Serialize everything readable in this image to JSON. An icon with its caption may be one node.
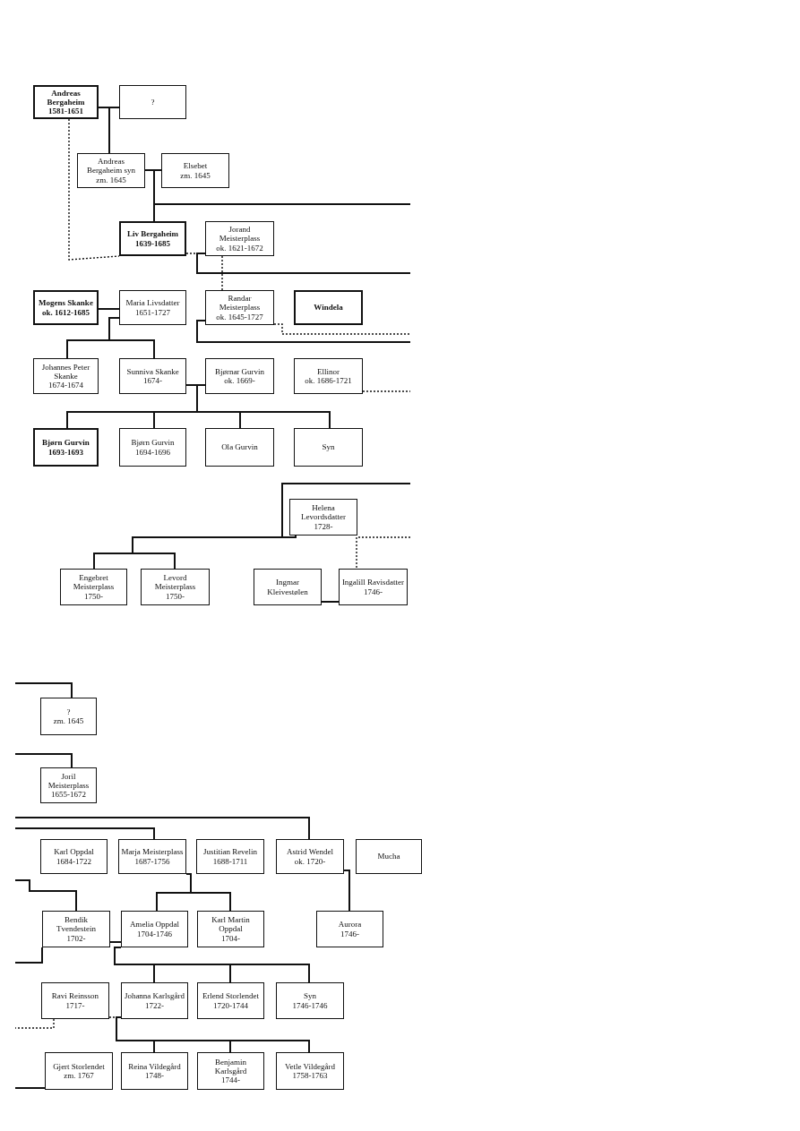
{
  "diagram": {
    "nodes": [
      {
        "text": [
          "Andreas Bergaheim",
          "1581-1651"
        ]
      },
      {
        "text": [
          "?"
        ]
      },
      {
        "text": [
          "Andreas Bergaheim syn",
          "zm. 1645"
        ]
      },
      {
        "text": [
          "Elsebet",
          "zm. 1645"
        ]
      },
      {
        "text": [
          "Liv Bergaheim",
          "1639-1685"
        ]
      },
      {
        "text": [
          "Jorand Meisterplass",
          "ok. 1621-1672"
        ]
      },
      {
        "text": [
          "Mogens Skanke",
          "ok. 1612-1685"
        ]
      },
      {
        "text": [
          "Maria Livsdatter",
          "1651-1727"
        ]
      },
      {
        "text": [
          "Randar Meisterplass",
          "ok. 1645-1727"
        ]
      },
      {
        "text": [
          "Windela"
        ]
      },
      {
        "text": [
          "Johannes Peter Skanke",
          "1674-1674"
        ]
      },
      {
        "text": [
          "Sunniva Skanke",
          "1674-"
        ]
      },
      {
        "text": [
          "Bjørnar Gurvin",
          "ok. 1669-"
        ]
      },
      {
        "text": [
          "Ellinor",
          "ok. 1686-1721"
        ]
      },
      {
        "text": [
          "Bjørn Gurvin",
          "1693-1693"
        ]
      },
      {
        "text": [
          "Bjørn Gurvin",
          "1694-1696"
        ]
      },
      {
        "text": [
          "Ola Gurvin"
        ]
      },
      {
        "text": [
          "Syn"
        ]
      },
      {
        "text": [
          "Helena Levordsdatter",
          "1728-"
        ]
      },
      {
        "text": [
          "Engebret Meisterplass",
          "1750-"
        ]
      },
      {
        "text": [
          "Levord Meisterplass",
          "1750-"
        ]
      },
      {
        "text": [
          "Ingmar Kleivestølen"
        ]
      },
      {
        "text": [
          "Ingalill Ravisdatter",
          "1746-"
        ]
      },
      {
        "text": [
          "?",
          "zm. 1645"
        ]
      },
      {
        "text": [
          "Joril Meisterplass",
          "1655-1672"
        ]
      },
      {
        "text": [
          "Karl Oppdal",
          "1684-1722"
        ]
      },
      {
        "text": [
          "Marja Meisterplass",
          "1687-1756"
        ]
      },
      {
        "text": [
          "Justitian Revelin",
          "1688-1711"
        ]
      },
      {
        "text": [
          "Astrid Wendel",
          "ok. 1720-"
        ]
      },
      {
        "text": [
          "Mucha"
        ]
      },
      {
        "text": [
          "Bendik Tvendestein",
          "1702-"
        ]
      },
      {
        "text": [
          "Amelia Oppdal",
          "1704-1746"
        ]
      },
      {
        "text": [
          "Karl Martin Oppdal",
          "1704-"
        ]
      },
      {
        "text": [
          "Aurora",
          "1746-"
        ]
      },
      {
        "text": [
          "Ravi Reinsson",
          "1717-"
        ]
      },
      {
        "text": [
          "Johanna Karlsgård",
          "1722-"
        ]
      },
      {
        "text": [
          "Erlend Storlendet",
          "1720-1744"
        ]
      },
      {
        "text": [
          "Syn",
          "1746-1746"
        ]
      },
      {
        "text": [
          "Gjert Storlendet",
          "zm. 1767"
        ]
      },
      {
        "text": [
          "Reina Vildegård",
          "1748-"
        ]
      },
      {
        "text": [
          "Benjamin Karlsgård",
          "1744-"
        ]
      },
      {
        "text": [
          "Vetle Vildegård",
          "1758-1763"
        ]
      }
    ],
    "edges": [
      {
        "from": 0,
        "to": 1,
        "arrow": "none"
      },
      {
        "from": 0,
        "to": 2,
        "arrow": "none"
      },
      {
        "from": 0,
        "to": 4,
        "arrow": "none",
        "style": "dashed"
      },
      {
        "from": 2,
        "to": 3,
        "arrow": "none"
      },
      {
        "from": 2,
        "to": 4,
        "arrow": "none"
      },
      {
        "from": 2,
        "to": null,
        "arrow": "none"
      },
      {
        "from": 4,
        "to": 5,
        "arrow": "none",
        "style": "dashed"
      },
      {
        "from": 5,
        "to": null,
        "arrow": "none"
      },
      {
        "from": 5,
        "to": 8,
        "arrow": "none",
        "style": "dashed"
      },
      {
        "from": 6,
        "to": 7,
        "arrow": "none"
      },
      {
        "from": 7,
        "to": 10,
        "arrow": "none"
      },
      {
        "from": 7,
        "to": 11,
        "arrow": "none"
      },
      {
        "from": 8,
        "to": null,
        "arrow": "none"
      },
      {
        "from": 8,
        "to": null,
        "arrow": "none",
        "style": "dashed"
      },
      {
        "from": 11,
        "to": 12,
        "arrow": "none"
      },
      {
        "from": 11,
        "to": 14,
        "arrow": "none"
      },
      {
        "from": 11,
        "to": 15,
        "arrow": "none"
      },
      {
        "from": 11,
        "to": 16,
        "arrow": "none"
      },
      {
        "from": 11,
        "to": 17,
        "arrow": "none"
      },
      {
        "from": 13,
        "to": null,
        "arrow": "none",
        "style": "dashed"
      },
      {
        "from": null,
        "to": 19,
        "arrow": "none"
      },
      {
        "from": null,
        "to": 20,
        "arrow": "none"
      },
      {
        "from": 18,
        "to": 19,
        "arrow": "none"
      },
      {
        "from": 18,
        "to": 20,
        "arrow": "none"
      },
      {
        "from": null,
        "to": 22,
        "arrow": "none",
        "style": "dashed"
      },
      {
        "from": 21,
        "to": 22,
        "arrow": "none"
      },
      {
        "from": null,
        "to": 23,
        "arrow": "none"
      },
      {
        "from": null,
        "to": 24,
        "arrow": "none"
      },
      {
        "from": null,
        "to": 28,
        "arrow": "none"
      },
      {
        "from": null,
        "to": 26,
        "arrow": "none"
      },
      {
        "from": null,
        "to": 30,
        "arrow": "none"
      },
      {
        "from": 26,
        "to": 31,
        "arrow": "none"
      },
      {
        "from": 26,
        "to": 32,
        "arrow": "none"
      },
      {
        "from": 28,
        "to": 33,
        "arrow": "none"
      },
      {
        "from": 30,
        "to": null,
        "arrow": "none"
      },
      {
        "from": 30,
        "to": 31,
        "arrow": "none"
      },
      {
        "from": 31,
        "to": 35,
        "arrow": "none"
      },
      {
        "from": 31,
        "to": 36,
        "arrow": "none"
      },
      {
        "from": 31,
        "to": 37,
        "arrow": "none"
      },
      {
        "from": 34,
        "to": null,
        "arrow": "none",
        "style": "dashed"
      },
      {
        "from": 34,
        "to": 35,
        "arrow": "none",
        "style": "dashed"
      },
      {
        "from": 35,
        "to": 39,
        "arrow": "none"
      },
      {
        "from": 35,
        "to": 40,
        "arrow": "none"
      },
      {
        "from": 35,
        "to": 41,
        "arrow": "none"
      },
      {
        "from": 38,
        "to": null,
        "arrow": "none"
      }
    ]
  }
}
